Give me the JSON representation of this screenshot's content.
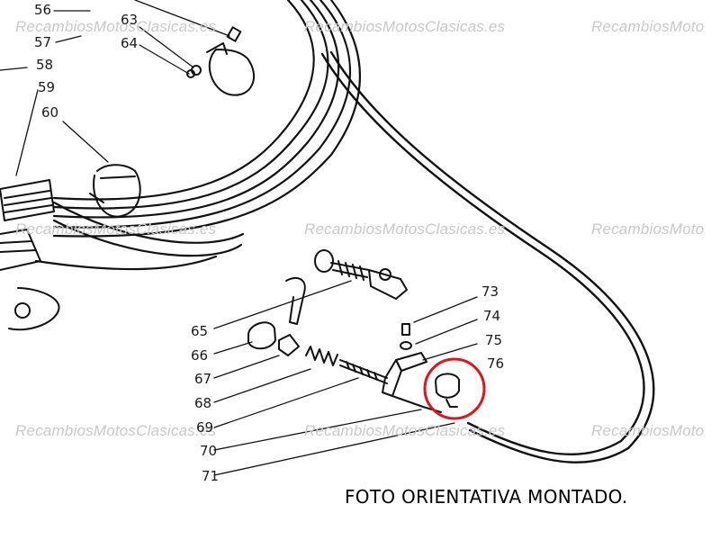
{
  "watermarks": [
    "RecambiosMotosClasicas.es",
    "RecambiosMotosClasicas.es",
    "RecambiosMoto",
    "RecambiosMotosClasicas.es",
    "RecambiosMotosClasicas.es",
    "RecambiosMoto",
    "RecambiosMotosClasicas.es",
    "RecambiosMotosClasicas.es",
    "RecambiosMoto"
  ],
  "part_numbers": {
    "p56": "56",
    "p57": "57",
    "p58": "58",
    "p59": "59",
    "p60": "60",
    "p63": "63",
    "p64": "64",
    "p65": "65",
    "p66": "66",
    "p67": "67",
    "p68": "68",
    "p69": "69",
    "p70": "70",
    "p71": "71",
    "p73": "73",
    "p74": "74",
    "p75": "75",
    "p76": "76"
  },
  "caption": "FOTO ORIENTATIVA MONTADO.",
  "highlight": {
    "part": "76",
    "color": "#e0141e"
  }
}
